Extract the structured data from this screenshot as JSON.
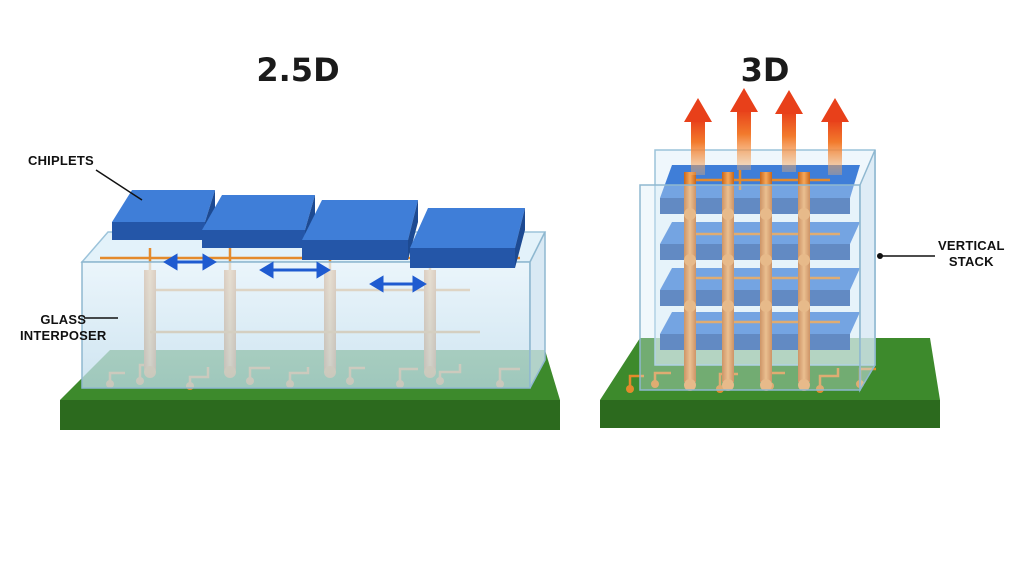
{
  "titles": {
    "left": "2.5D",
    "right": "3D"
  },
  "labels": {
    "chiplets": "CHIPLETS",
    "glass_line1": "GLASS",
    "glass_line2": "INTERPOSER",
    "vertical_line1": "VERTICAL",
    "vertical_line2": "STACK"
  },
  "colors": {
    "board": "#3d8a2c",
    "board_side": "#2c6a1e",
    "chip": "#2f65c4",
    "chip_top": "#3f7ed8",
    "copper": "#e48a2c",
    "glass": "#cfe6f3",
    "arrow_blue": "#1f5bd0",
    "heat_arrow": "#ee4a1e"
  },
  "icons": [
    "lateral-arrow-icon",
    "heat-arrow-icon"
  ]
}
